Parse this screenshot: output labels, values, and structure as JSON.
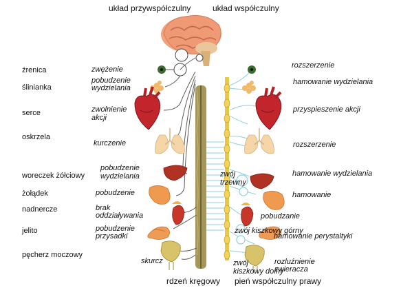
{
  "header": {
    "parasympathetic": "układ przywspółczulny",
    "sympathetic": "układ współczulny"
  },
  "organs": {
    "pupil": "źrenica",
    "salivary": "ślinianka",
    "heart": "serce",
    "bronchi": "oskrzela",
    "gallbladder": "woreczek żółciowy",
    "stomach": "żołądek",
    "adrenal": "nadnercze",
    "intestine": "jelito",
    "bladder": "pęcherz moczowy"
  },
  "parasympathetic_effects": {
    "pupil": "zwężenie",
    "salivary_1": "pobudzenie",
    "salivary_2": "wydzielania",
    "heart_1": "zwolnienie",
    "heart_2": "akcji",
    "bronchi": "kurczenie",
    "gallbladder_1": "pobudzenie",
    "gallbladder_2": "wydzielania",
    "stomach": "pobudzenie",
    "adrenal_1": "brak",
    "adrenal_2": "oddziaływania",
    "intestine_1": "pobudzenie",
    "intestine_2": "przysadki",
    "bladder": "skurcz"
  },
  "sympathetic_effects": {
    "pupil": "rozszerzenie",
    "salivary": "hamowanie wydzielania",
    "heart": "przyspieszenie akcji",
    "bronchi": "rozszerzenie",
    "gallbladder": "hamowanie wydzielania",
    "stomach": "hamowanie",
    "adrenal": "pobudzanie",
    "intestine": "hamowanie perystaltyki",
    "bladder_1": "rozluźnienie",
    "bladder_2": "zwieracza"
  },
  "ganglia": {
    "celiac_1": "zwój",
    "celiac_2": "trzewny",
    "mesenteric_upper": "zwój kiszkowy górny",
    "mesenteric_lower_1": "zwój",
    "mesenteric_lower_2": "kiszkowy dolny"
  },
  "footer": {
    "spinal_cord": "rdzeń kręgowy",
    "trunk": "pień współczulny prawy"
  },
  "colors": {
    "brain": "#f0a080",
    "spinal_cord": "#9a8a4a",
    "sympathetic_trunk": "#e8c848",
    "para_nerve": "#555555",
    "symp_nerve": "#8ccfe0",
    "heart": "#c0202a",
    "liver": "#b83020",
    "lungs": "#f2d2a0"
  }
}
